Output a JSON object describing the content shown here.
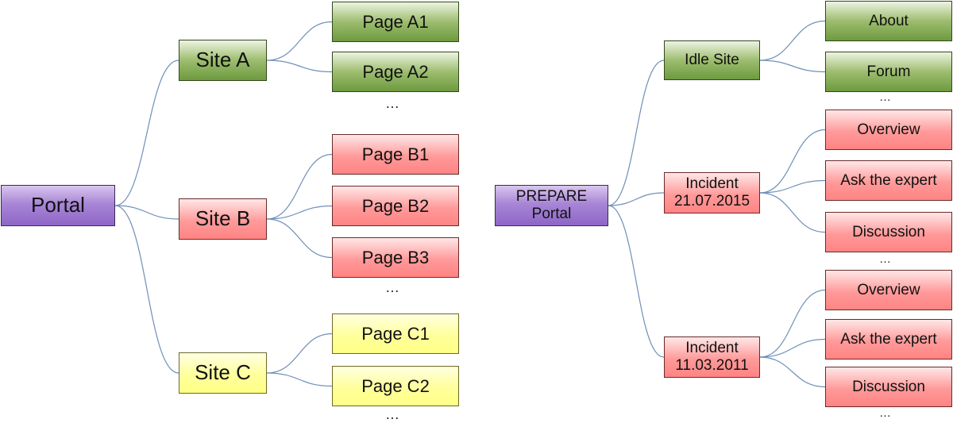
{
  "left_tree": {
    "root": "Portal",
    "sites": [
      {
        "label": "Site A",
        "pages": [
          "Page A1",
          "Page A2"
        ],
        "more": "…"
      },
      {
        "label": "Site B",
        "pages": [
          "Page B1",
          "Page B2",
          "Page B3"
        ],
        "more": "…"
      },
      {
        "label": "Site C",
        "pages": [
          "Page C1",
          "Page C2"
        ],
        "more": "…"
      }
    ]
  },
  "right_tree": {
    "root": [
      "PREPARE",
      "Portal"
    ],
    "sites": [
      {
        "label": [
          "Idle Site"
        ],
        "pages": [
          "About",
          "Forum"
        ],
        "more": "…"
      },
      {
        "label": [
          "Incident",
          "21.07.2015"
        ],
        "pages": [
          "Overview",
          "Ask the expert",
          "Discussion"
        ],
        "more": "…"
      },
      {
        "label": [
          "Incident",
          "11.03.2011"
        ],
        "pages": [
          "Overview",
          "Ask the expert",
          "Discussion"
        ],
        "more": "…"
      }
    ]
  },
  "colors": {
    "root": "#a886d6",
    "site_a": "#9dbd6f",
    "site_b": "#ff9a9a",
    "site_c": "#ffff9b",
    "connector": "#6f8fb8"
  }
}
